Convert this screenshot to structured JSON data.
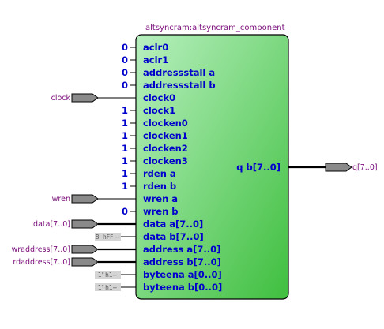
{
  "component": {
    "title": "altsyncram:altsyncram_component",
    "fill_top": "#b8f0bf",
    "fill_bottom": "#3fbf3f"
  },
  "ports_left": [
    {
      "name": "aclr0",
      "constant": "0"
    },
    {
      "name": "aclr1",
      "constant": "0"
    },
    {
      "name": "addressstall_a",
      "label": "addressstall  a",
      "constant": "0"
    },
    {
      "name": "addressstall_b",
      "label": "addressstall  b",
      "constant": "0"
    },
    {
      "name": "clock0",
      "label": "clock0",
      "signal": "clock",
      "pin": "input"
    },
    {
      "name": "clock1",
      "constant": "1"
    },
    {
      "name": "clocken0",
      "constant": "1"
    },
    {
      "name": "clocken1",
      "constant": "1"
    },
    {
      "name": "clocken2",
      "constant": "1"
    },
    {
      "name": "clocken3",
      "constant": "1"
    },
    {
      "name": "rden_a",
      "label": "rden  a",
      "constant": "1"
    },
    {
      "name": "rden_b",
      "label": "rden  b",
      "constant": "1"
    },
    {
      "name": "wren_a",
      "label": "wren  a",
      "signal": "wren",
      "pin": "input"
    },
    {
      "name": "wren_b",
      "label": "wren  b",
      "constant": "0"
    },
    {
      "name": "data_a",
      "label": "data  a[7..0]",
      "signal": "data[7..0]",
      "pin": "bus"
    },
    {
      "name": "data_b",
      "label": "data  b[7..0]",
      "literal": "8' hFF --"
    },
    {
      "name": "address_a",
      "label": "address  a[7..0]",
      "signal": "wraddress[7..0]",
      "pin": "bus"
    },
    {
      "name": "address_b",
      "label": "address  b[7..0]",
      "signal": "rdaddress[7..0]",
      "pin": "bus"
    },
    {
      "name": "byteena_a",
      "label": "byteena  a[0..0]",
      "literal": "1' h1--"
    },
    {
      "name": "byteena_b",
      "label": "byteena  b[0..0]",
      "literal": "1' h1--"
    }
  ],
  "ports_right": [
    {
      "name": "q_b",
      "label": "q  b[7..0]",
      "signal": "q[7..0]"
    }
  ]
}
